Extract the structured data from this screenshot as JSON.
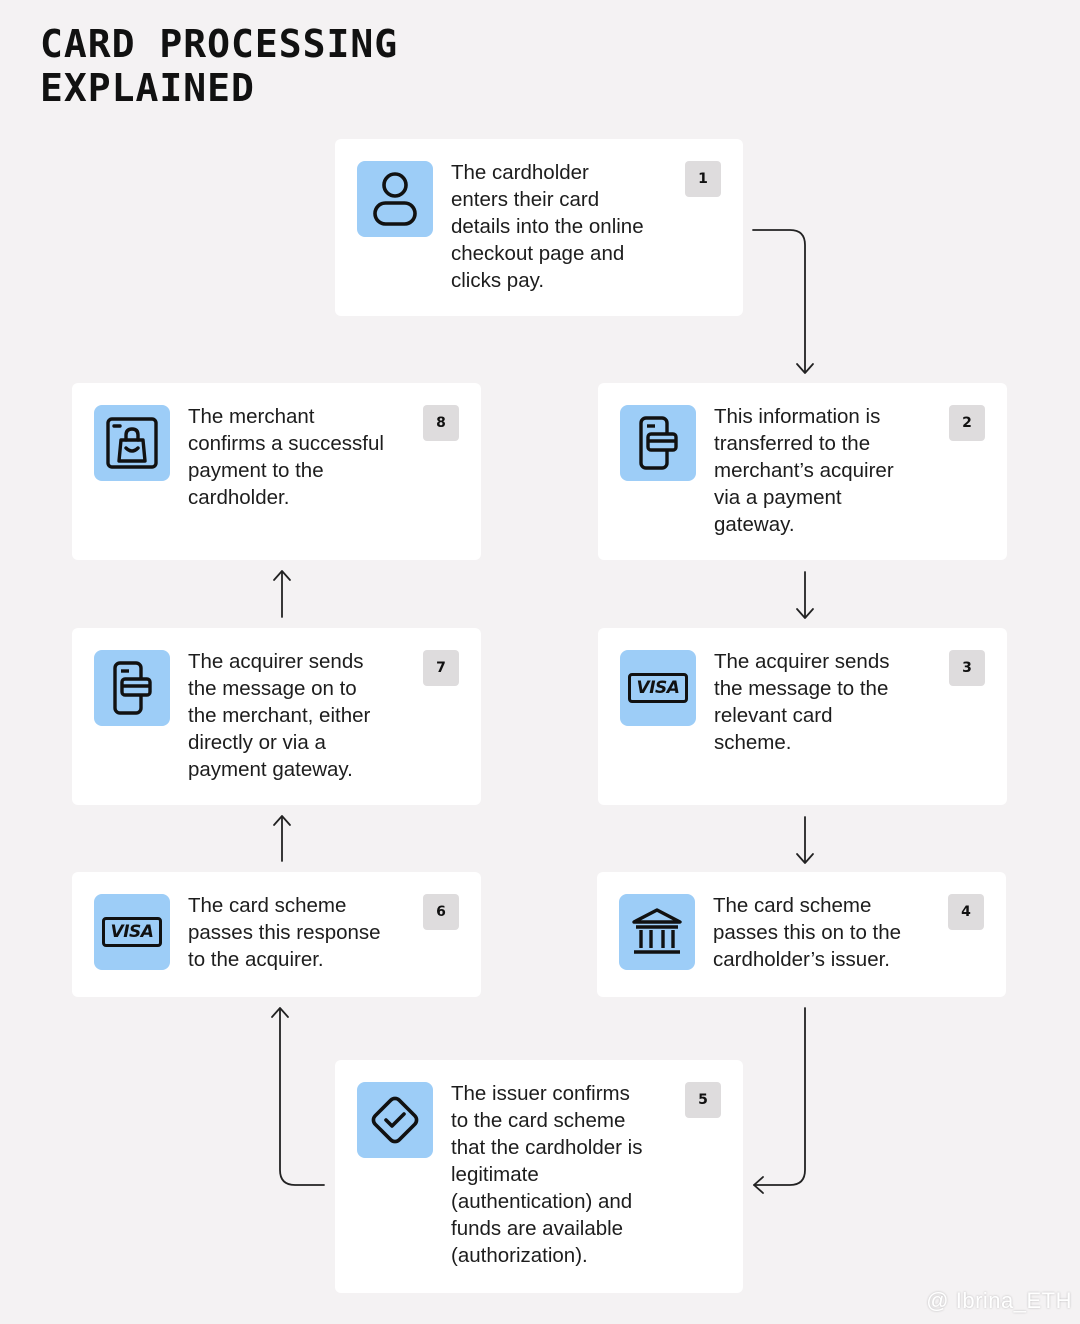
{
  "title": {
    "line1": "CARD PROCESSING",
    "line2": "EXPLAINED"
  },
  "colors": {
    "background": "#f4f2f3",
    "card": "#ffffff",
    "icon_bg": "#9dcdf7",
    "number_bg": "#dedcdd"
  },
  "steps": [
    {
      "number": "1",
      "icon": "person-icon",
      "text": "The cardholder\nenters their card\ndetails into the online\ncheckout page and\nclicks pay."
    },
    {
      "number": "2",
      "icon": "payment-gateway-icon",
      "text": "This information is\ntransferred to the\nmerchant’s acquirer\nvia a payment\ngateway."
    },
    {
      "number": "3",
      "icon": "visa-icon",
      "icon_text": "VISA",
      "text": "The acquirer sends\nthe message to the\nrelevant card\nscheme."
    },
    {
      "number": "4",
      "icon": "bank-icon",
      "text": "The card scheme\npasses this on to the\ncardholder’s issuer."
    },
    {
      "number": "5",
      "icon": "check-diamond-icon",
      "text": "The issuer confirms\nto the card scheme\nthat the cardholder is\nlegitimate\n(authentication) and\nfunds are available\n(authorization)."
    },
    {
      "number": "6",
      "icon": "visa-icon",
      "icon_text": "VISA",
      "text": "The card scheme\npasses this response\nto the acquirer."
    },
    {
      "number": "7",
      "icon": "payment-gateway-icon",
      "text": "The acquirer sends\nthe message on to\nthe merchant, either\ndirectly or via a\npayment gateway."
    },
    {
      "number": "8",
      "icon": "shopping-bag-icon",
      "text": "The merchant\nconfirms a successful\npayment to the\ncardholder."
    }
  ],
  "watermark": "@ Ibrina_ETH"
}
